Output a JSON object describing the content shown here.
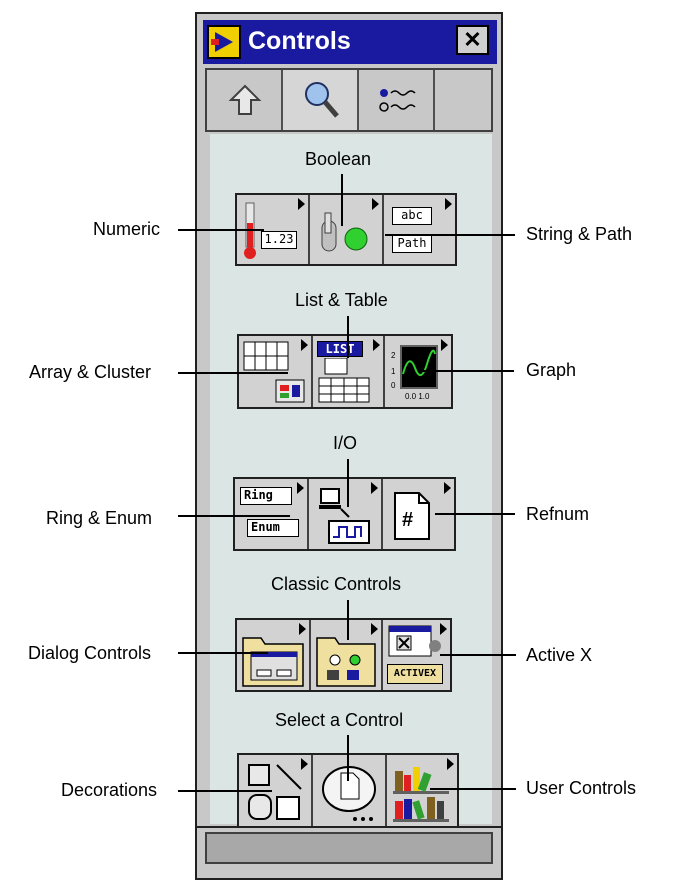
{
  "window": {
    "title": "Controls",
    "close_label": "✕"
  },
  "toolbar": {
    "up_icon": "up-arrow-icon",
    "search_icon": "search-icon",
    "options_icon": "options-icon"
  },
  "palette": {
    "top_labels": [
      "Boolean",
      "List & Table",
      "I/O",
      "Classic Controls",
      "Select a Control"
    ],
    "left_labels": [
      "Numeric",
      "Array & Cluster",
      "Ring & Enum",
      "Dialog Controls",
      "Decorations"
    ],
    "right_labels": [
      "String & Path",
      "Graph",
      "Refnum",
      "Active X",
      "User Controls"
    ]
  },
  "icons": {
    "numeric_value": "1.23",
    "string_abc": "abc",
    "string_path": "Path",
    "list_label": "LIST",
    "ring_label": "Ring",
    "enum_label": "Enum",
    "activex_label": "ACTIVEX",
    "refnum_label": "#"
  }
}
